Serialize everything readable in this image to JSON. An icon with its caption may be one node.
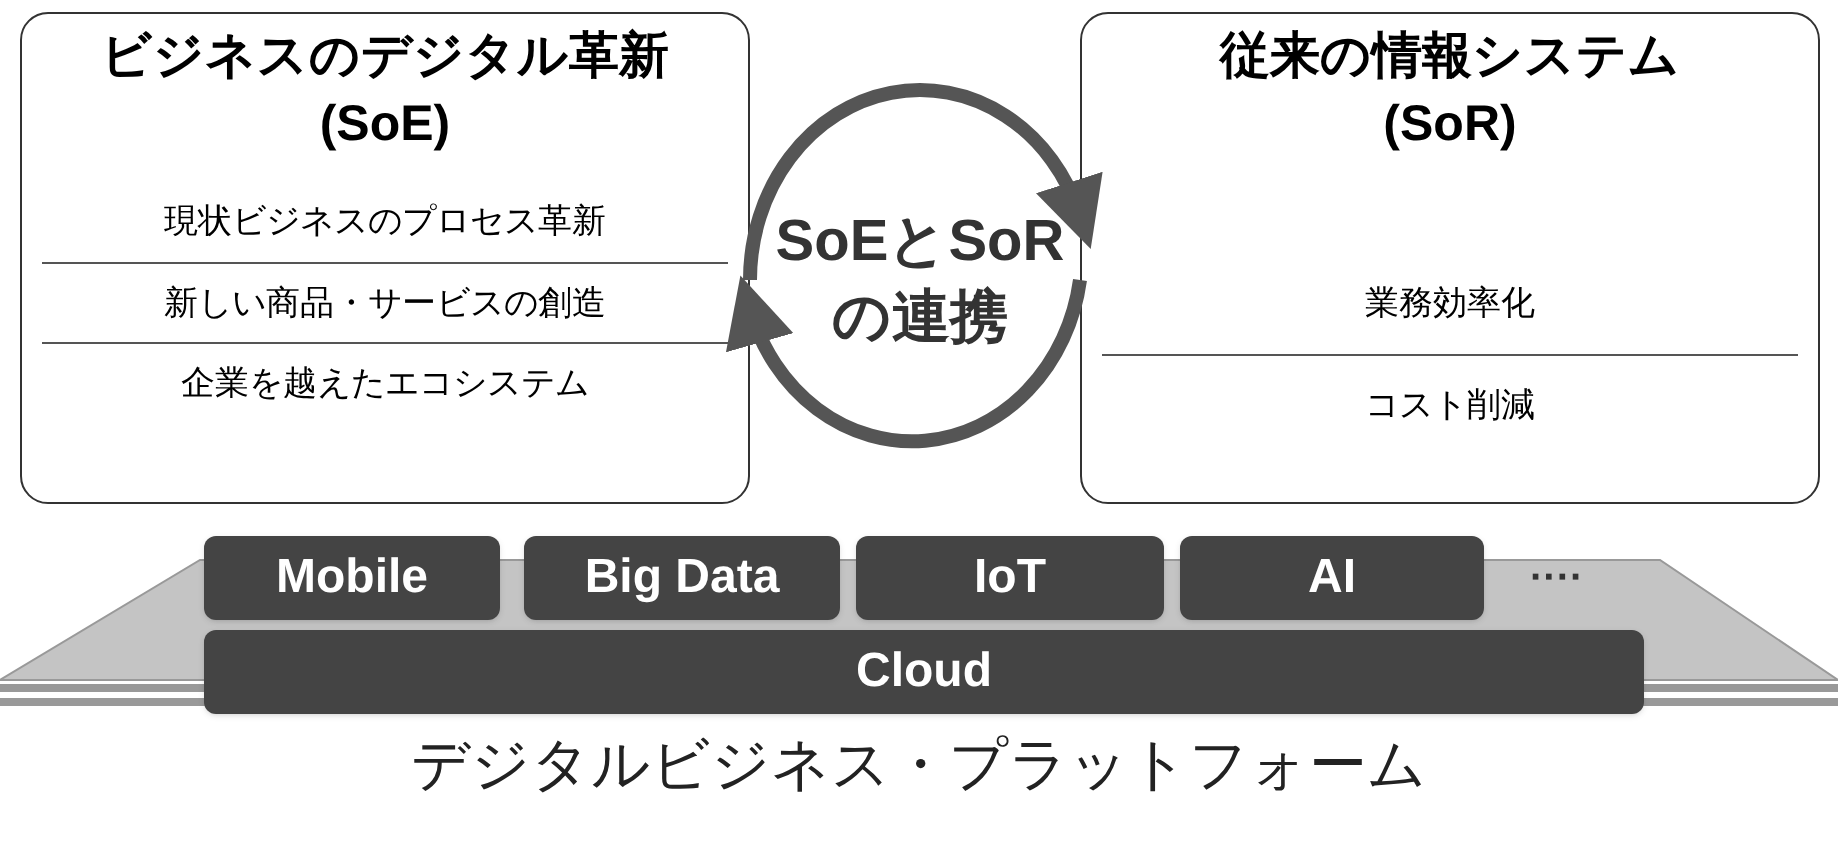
{
  "diagram": {
    "nodes": [
      {
        "text": [
          "ビジネスのデジタル革新 (SoE)",
          "現状ビジネスのプロセス革新",
          "新しい商品・サービスの創造",
          "企業を越えたエコシステム"
        ]
      },
      {
        "text": [
          "従来の情報システム (SoR)",
          "業務効率化",
          "コスト削減"
        ]
      },
      {
        "text": [
          "SoEとSoRの連携"
        ]
      },
      {
        "text": [
          "デジタルビジネス・プラットフォーム"
        ]
      },
      {
        "text": [
          "Mobile"
        ]
      },
      {
        "text": [
          "Big Data"
        ]
      },
      {
        "text": [
          "IoT"
        ]
      },
      {
        "text": [
          "AI"
        ]
      },
      {
        "text": [
          "Cloud"
        ]
      }
    ],
    "edges": [
      {
        "from": 0,
        "to": 1,
        "arrow": "to"
      },
      {
        "from": 1,
        "to": 0,
        "arrow": "to"
      }
    ],
    "labels": [
      "····"
    ]
  }
}
